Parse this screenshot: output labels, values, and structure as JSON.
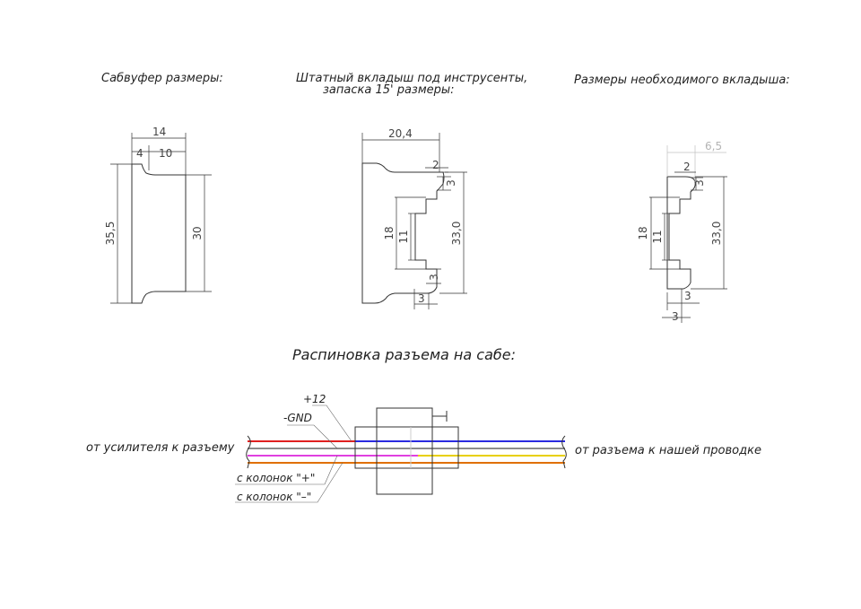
{
  "titles": {
    "sub_sizes": "Сабвуфер размеры:",
    "stock_insert_line1": "Штатный вкладыш под инструсенты,",
    "stock_insert_line2": "запаска 15' размеры:",
    "needed_insert": "Размеры необходимого вкладыша:",
    "pinout": "Распиновка разъема на сабе:"
  },
  "sub_dims": {
    "width_total": "14",
    "width_a": "4",
    "width_b": "10",
    "height_outer": "35,5",
    "height_inner": "30"
  },
  "stock_dims": {
    "width": "20,4",
    "step_top": "2",
    "step_side_top": "3",
    "height_a": "18",
    "height_b": "11",
    "height_total": "33,0",
    "step_bottom": "3",
    "foot": "3"
  },
  "needed_dims": {
    "width": "6,5",
    "step_top": "2",
    "step_side_top": "3",
    "height_a": "18",
    "height_b": "11",
    "height_total": "33,0",
    "step_bottom": "3",
    "foot": "3"
  },
  "pinout": {
    "label_p12": "+12",
    "label_gnd": "-GND",
    "label_from_amp": "от усилителя к разъему",
    "label_to_wiring": "от разъема к нашей проводке",
    "label_spk_plus": "с колонок \"+\"",
    "label_spk_minus": "с колонок \"–\""
  },
  "colors": {
    "ink": "#333333",
    "dim_gray": "#b4b4b4",
    "wire_red": "#e02020",
    "wire_gray": "#8c8c8c",
    "wire_blue": "#2a2ae0",
    "wire_magenta": "#e040e0",
    "wire_yellow": "#e8d000",
    "wire_orange": "#e07000"
  }
}
